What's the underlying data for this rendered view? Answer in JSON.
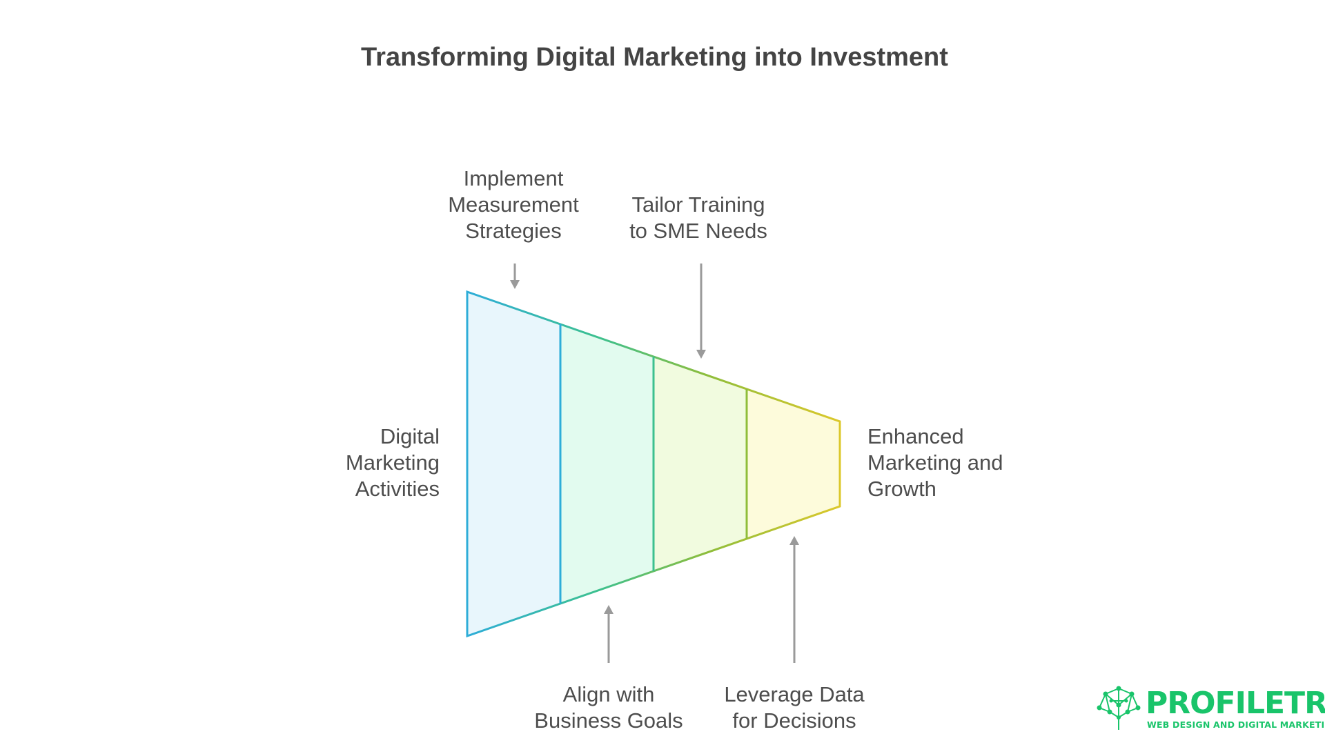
{
  "title": "Transforming Digital Marketing into Investment",
  "labels": {
    "input": [
      "Digital",
      "Marketing",
      "Activities"
    ],
    "output": [
      "Enhanced",
      "Marketing and",
      "Growth"
    ],
    "top_1": [
      "Implement",
      "Measurement",
      "Strategies"
    ],
    "top_2": [
      "Tailor Training",
      "to SME Needs"
    ],
    "bottom_1": [
      "Align with",
      "Business Goals"
    ],
    "bottom_2": [
      "Leverage Data",
      "for Decisions"
    ]
  },
  "stages": [
    {
      "fill": "#e8f6fc",
      "stroke": "#2eadd8"
    },
    {
      "fill": "#e2fbef",
      "stroke": "#3cc08f"
    },
    {
      "fill": "#f1fbdf",
      "stroke": "#8fbd3a"
    },
    {
      "fill": "#fdfbdb",
      "stroke": "#dcc82b"
    }
  ],
  "logo": {
    "name": "PROFILETREE",
    "tagline": "WEB DESIGN AND DIGITAL MARKETING",
    "color": "#19c46a"
  }
}
